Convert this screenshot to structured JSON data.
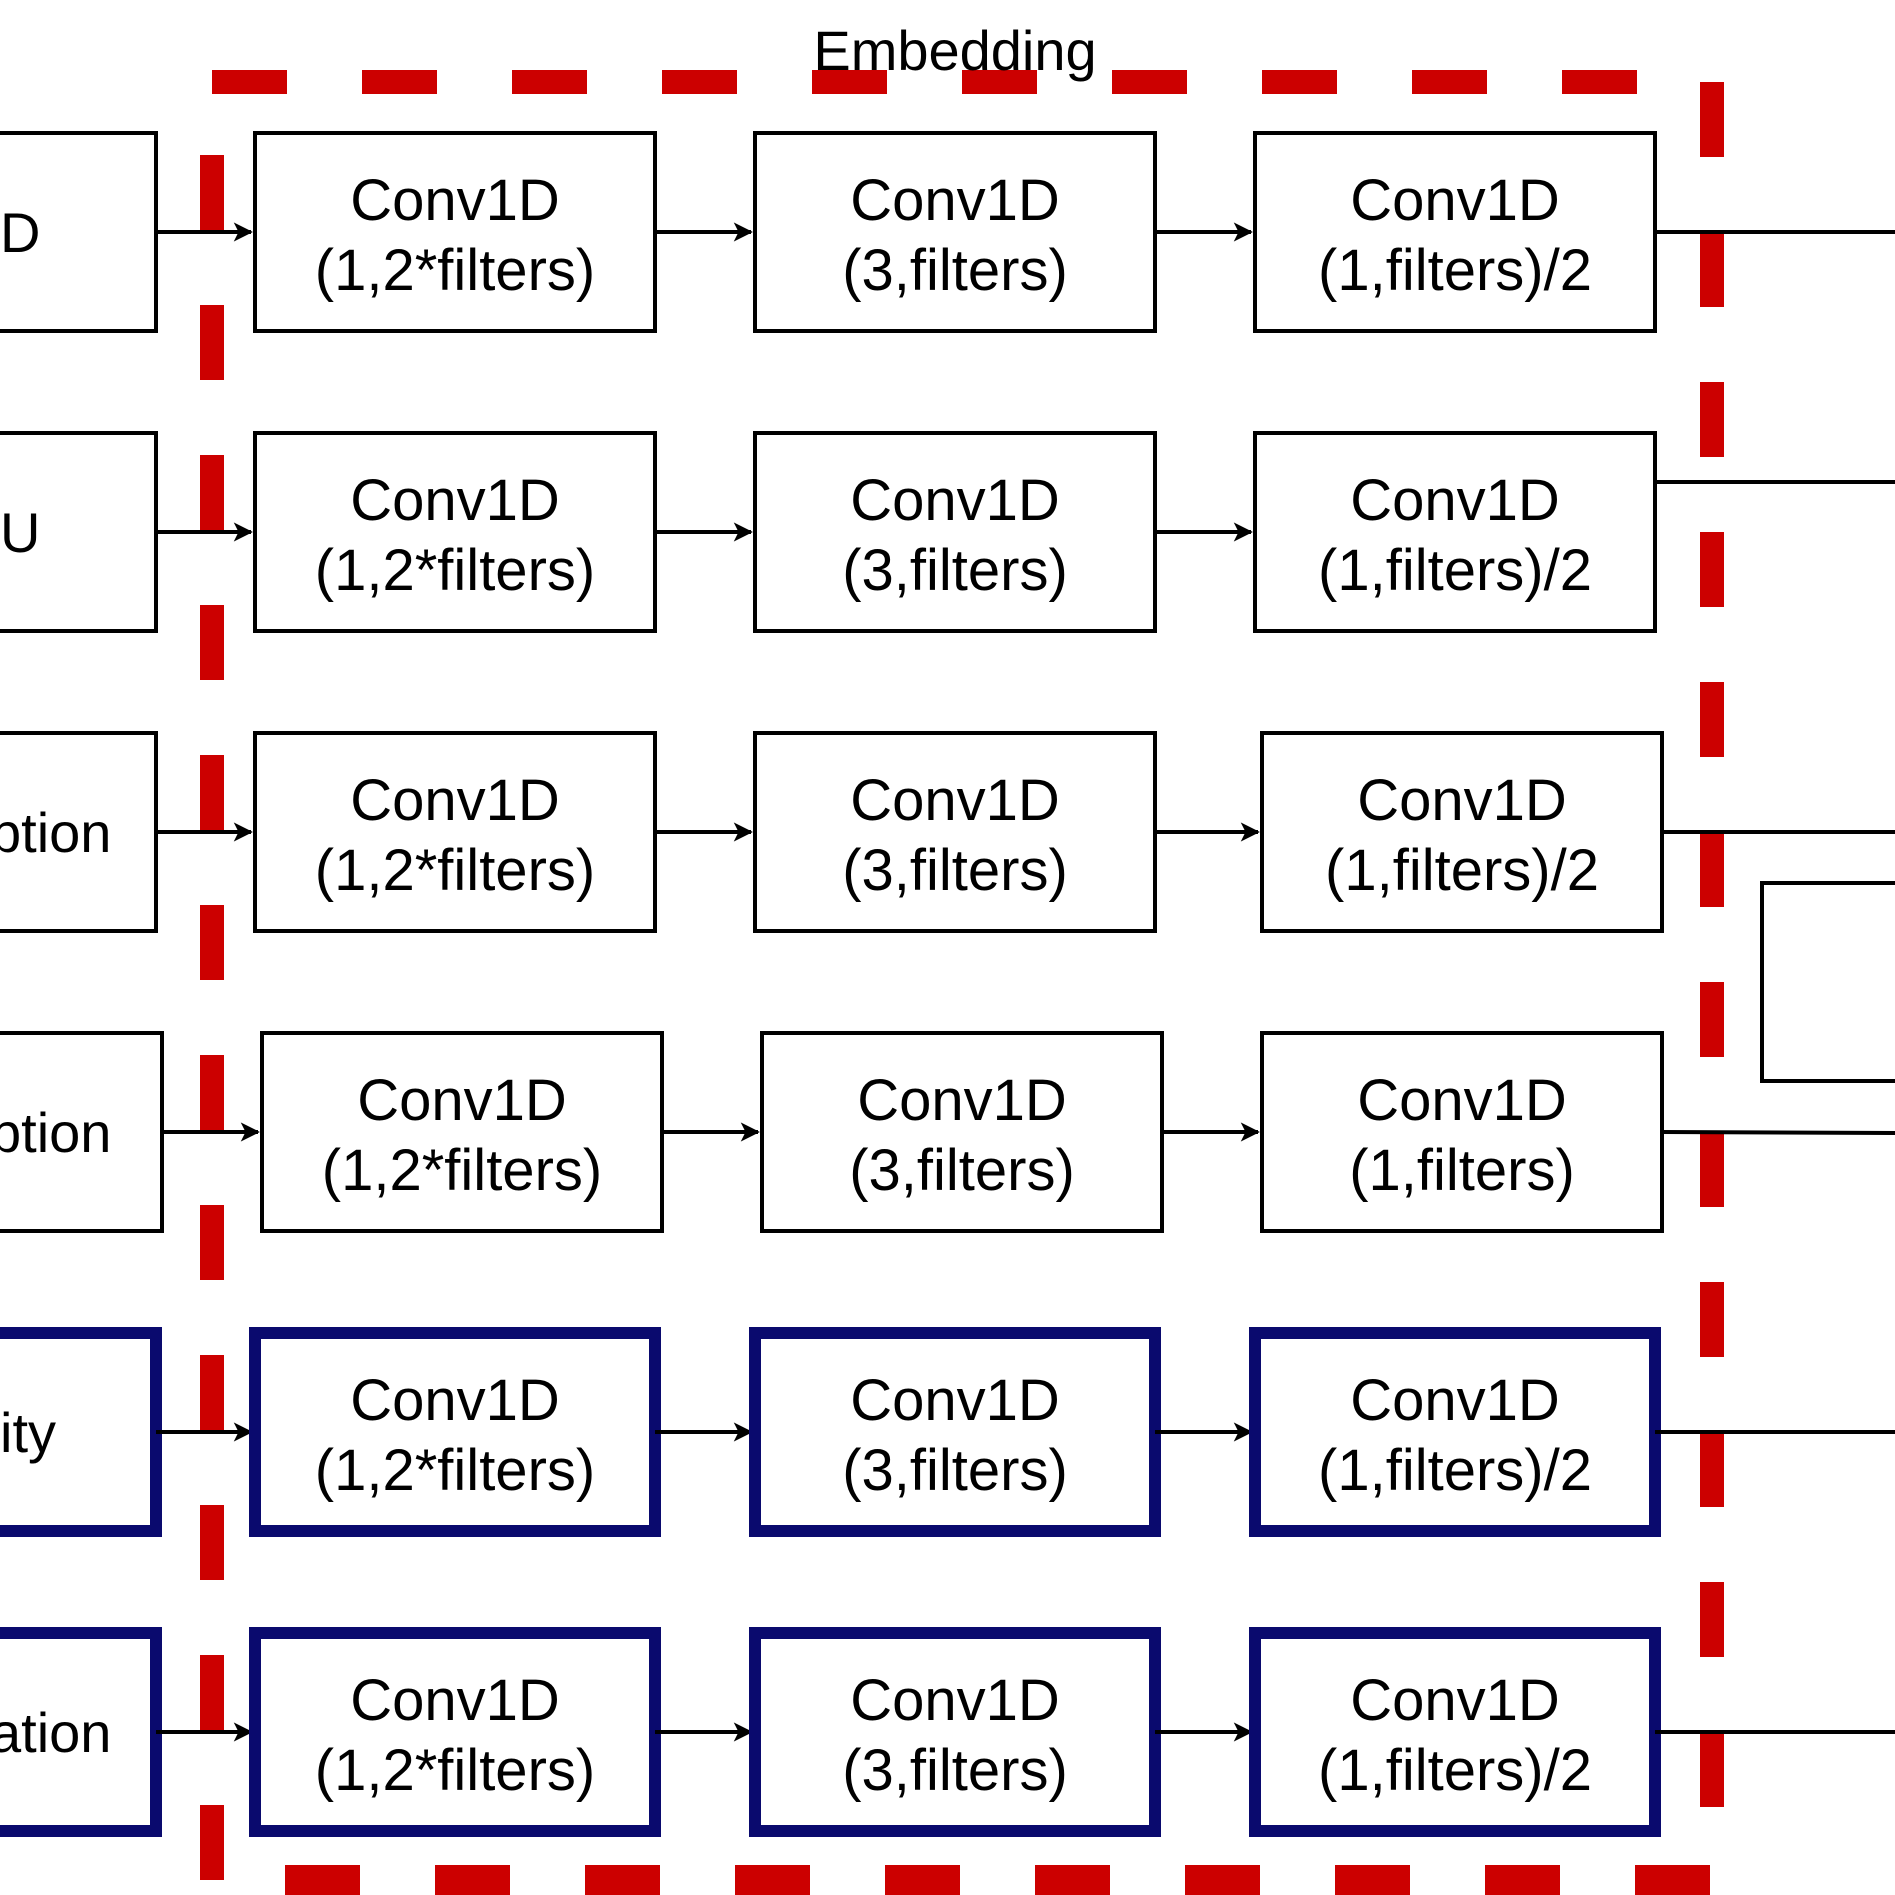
{
  "group_label": "Embedding",
  "rows": [
    {
      "input_label": "D",
      "style": "thin",
      "blocks": [
        {
          "line1": "Conv1D",
          "line2": "(1,2*filters)"
        },
        {
          "line1": "Conv1D",
          "line2": "(3,filters)"
        },
        {
          "line1": "Conv1D",
          "line2": "(1,filters)/2"
        }
      ]
    },
    {
      "input_label": "U",
      "style": "thin",
      "blocks": [
        {
          "line1": "Conv1D",
          "line2": "(1,2*filters)"
        },
        {
          "line1": "Conv1D",
          "line2": "(3,filters)"
        },
        {
          "line1": "Conv1D",
          "line2": "(1,filters)/2"
        }
      ]
    },
    {
      "input_label": "ption",
      "style": "thin",
      "blocks": [
        {
          "line1": "Conv1D",
          "line2": "(1,2*filters)"
        },
        {
          "line1": "Conv1D",
          "line2": "(3,filters)"
        },
        {
          "line1": "Conv1D",
          "line2": "(1,filters)/2"
        }
      ]
    },
    {
      "input_label": "ption",
      "style": "thin",
      "blocks": [
        {
          "line1": "Conv1D",
          "line2": "(1,2*filters)"
        },
        {
          "line1": "Conv1D",
          "line2": "(3,filters)"
        },
        {
          "line1": "Conv1D",
          "line2": "(1,filters)"
        }
      ]
    },
    {
      "input_label": "ity",
      "style": "thick",
      "blocks": [
        {
          "line1": "Conv1D",
          "line2": "(1,2*filters)"
        },
        {
          "line1": "Conv1D",
          "line2": "(3,filters)"
        },
        {
          "line1": "Conv1D",
          "line2": "(1,filters)/2"
        }
      ]
    },
    {
      "input_label": "ation",
      "style": "thick",
      "blocks": [
        {
          "line1": "Conv1D",
          "line2": "(1,2*filters)"
        },
        {
          "line1": "Conv1D",
          "line2": "(3,filters)"
        },
        {
          "line1": "Conv1D",
          "line2": "(1,filters)/2"
        }
      ]
    }
  ],
  "colors": {
    "dashed_border": "#cc0000",
    "thick_box_border": "#0a0a6e",
    "thin_box_border": "#000000"
  }
}
